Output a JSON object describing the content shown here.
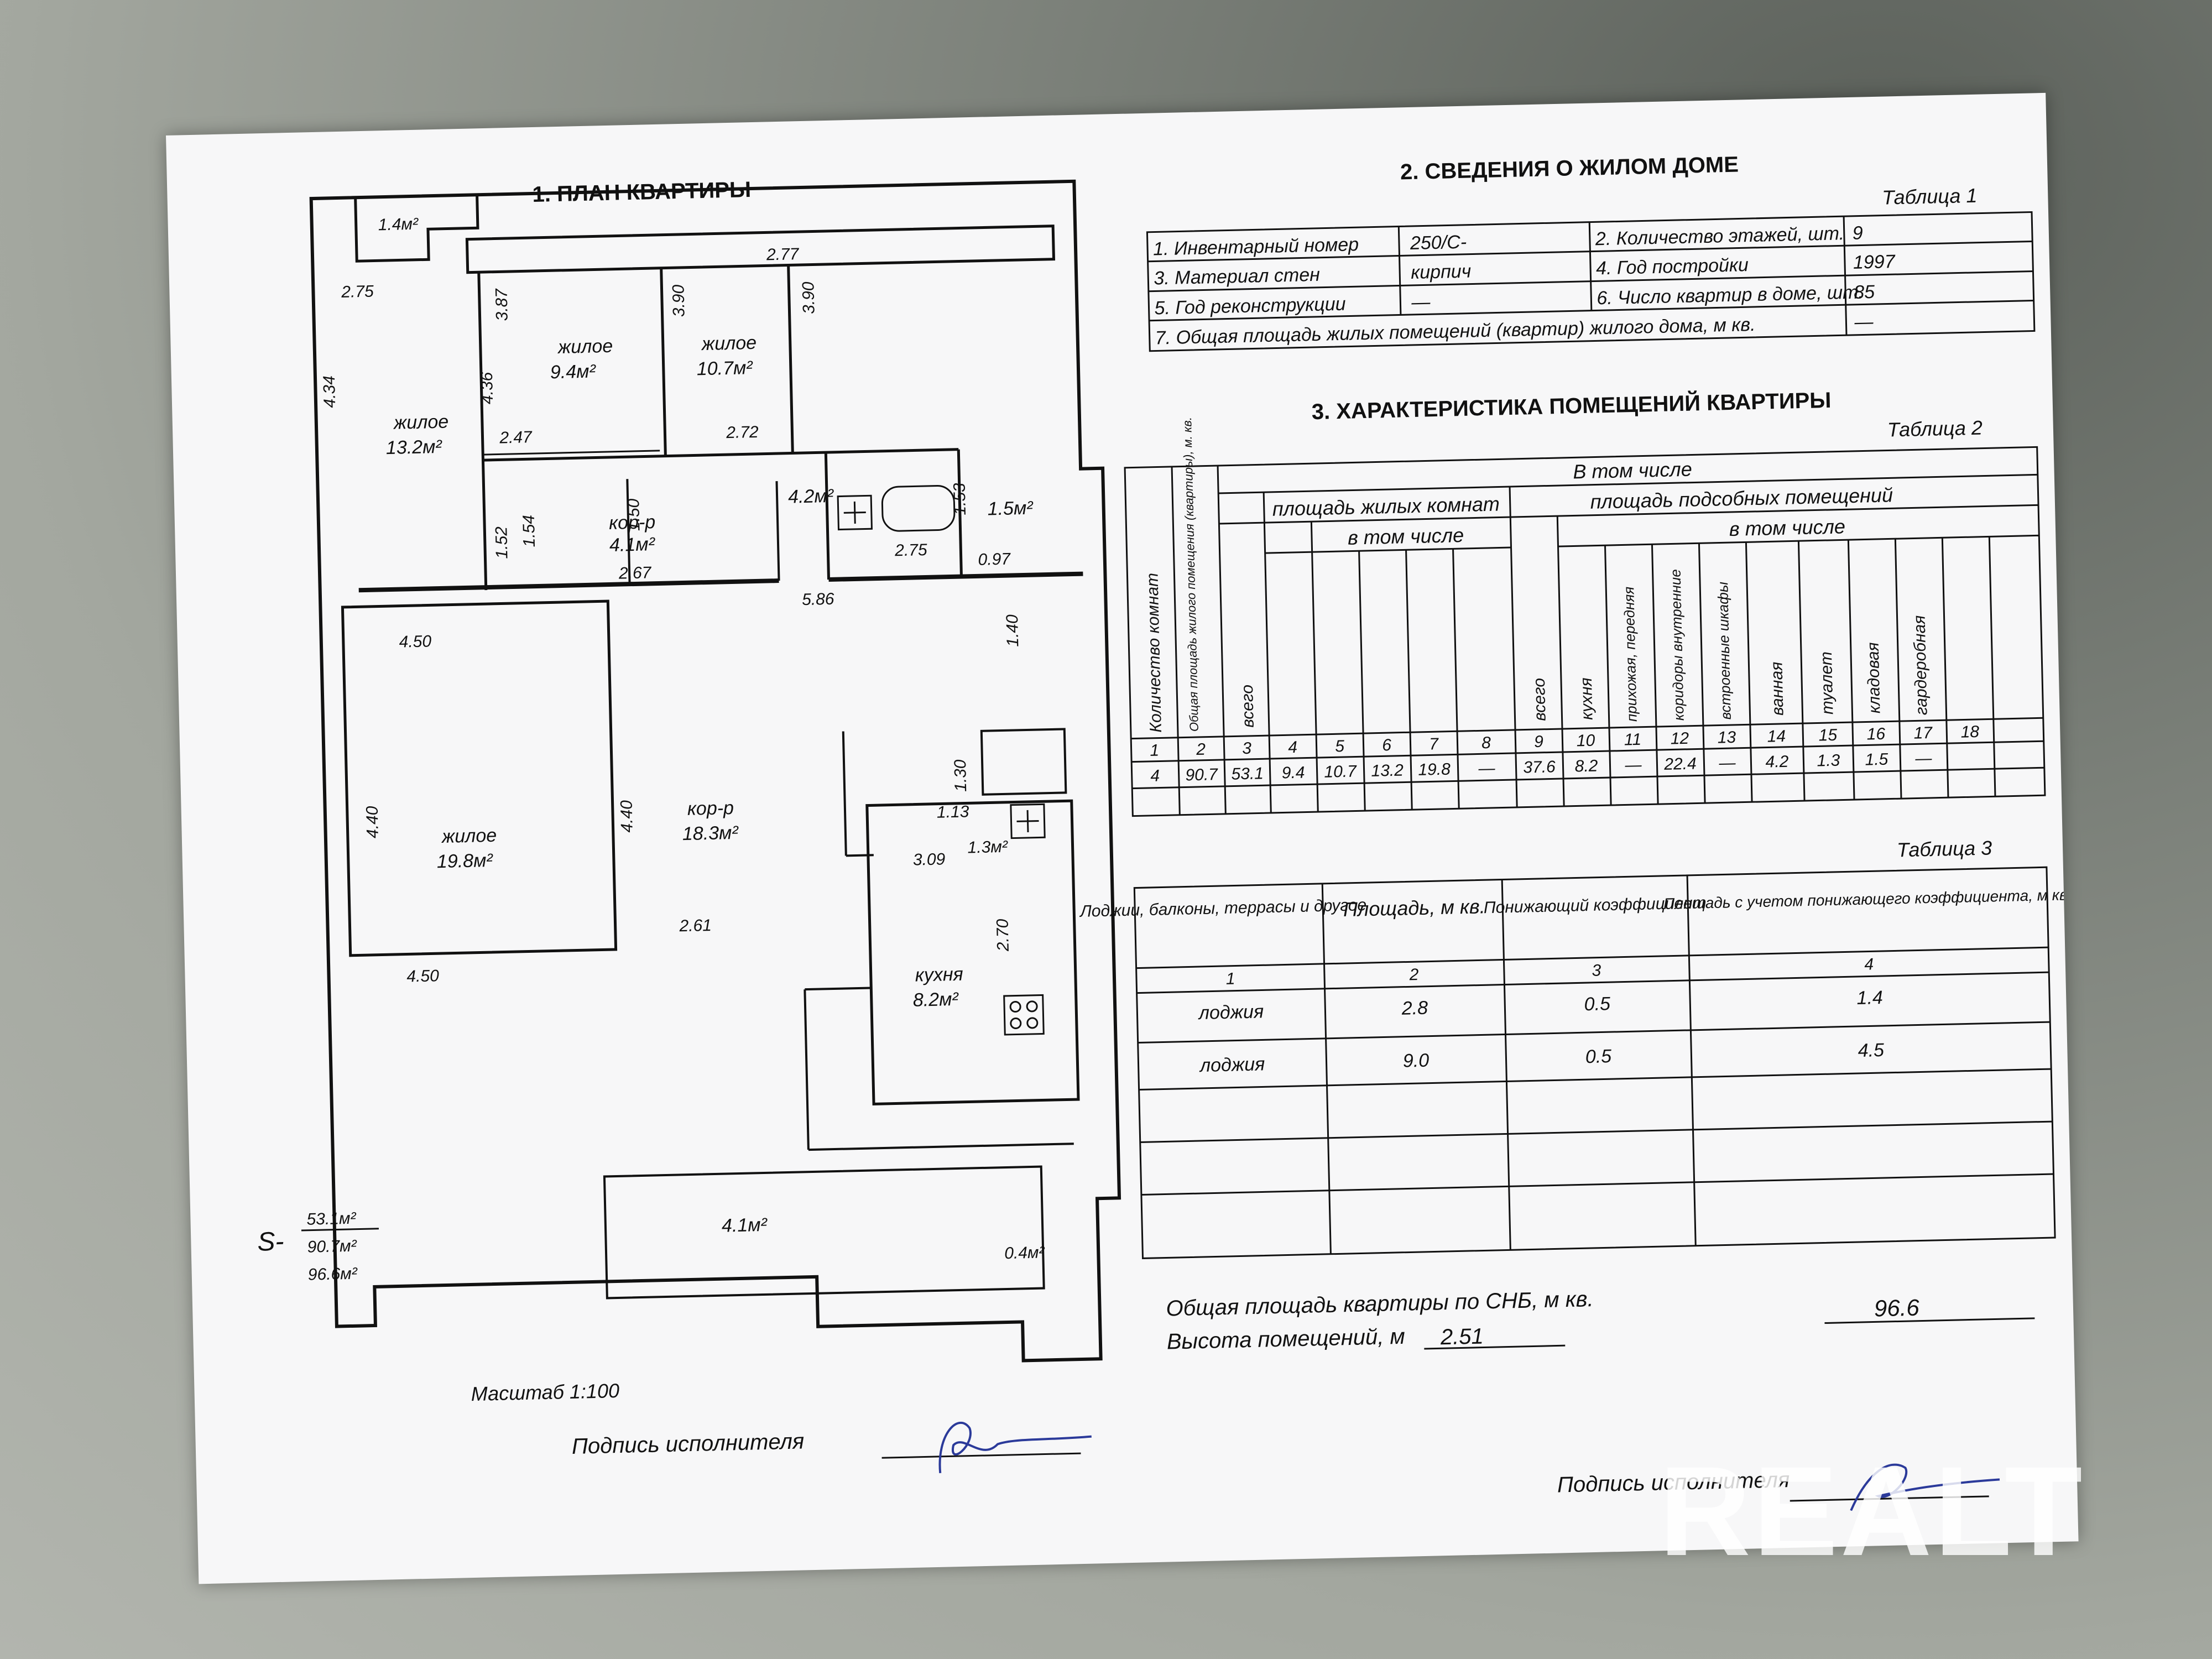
{
  "titles": {
    "plan": "1. ПЛАН КВАРТИРЫ",
    "house": "2. СВЕДЕНИЯ О ЖИЛОМ ДОМЕ",
    "rooms": "3. ХАРАКТЕРИСТИКА ПОМЕЩЕНИЙ КВАРТИРЫ",
    "t1": "Таблица 1",
    "t2": "Таблица 2",
    "t3": "Таблица 3"
  },
  "table1": {
    "r1": {
      "l1": "1. Инвентарный номер",
      "v1": "250/С-",
      "l2": "2. Количество этажей, шт.",
      "v2": "9"
    },
    "r2": {
      "l1": "3. Материал стен",
      "v1": "кирпич",
      "l2": "4. Год постройки",
      "v2": "1997"
    },
    "r3": {
      "l1": "5. Год реконструкции",
      "v1": "—",
      "l2": "6. Число квартир в доме, шт.",
      "v2": "85"
    },
    "r4": {
      "l1": "7. Общая площадь жилых помещений (квартир) жилого дома, м кв.",
      "v1": "—"
    }
  },
  "table2": {
    "h_count": "Количество комнат",
    "h_total": "Общая площадь жилого помещения (квартиры), м. кв.",
    "h_incl": "В том числе",
    "h_living": "площадь жилых комнат",
    "h_aux": "площадь подсобных помещений",
    "h_incl2": "в том числе",
    "h_all": "всего",
    "h_all2": "всего",
    "h_kitchen": "кухня",
    "h_hall": "прихожая, передняя",
    "h_corr": "коридоры внутренние",
    "h_built": "встроенные шкафы",
    "h_bath": "ванная",
    "h_wc": "туалет",
    "h_store": "кладовая",
    "h_ward": "гардеробная",
    "nums": [
      "1",
      "2",
      "3",
      "4",
      "5",
      "6",
      "7",
      "8",
      "9",
      "10",
      "11",
      "12",
      "13",
      "14",
      "15",
      "16",
      "17",
      "18"
    ],
    "row": [
      "4",
      "90.7",
      "53.1",
      "9.4",
      "10.7",
      "13.2",
      "19.8",
      "—",
      "37.6",
      "8.2",
      "—",
      "22.4",
      "—",
      "4.2",
      "1.3",
      "1.5",
      "—",
      ""
    ]
  },
  "table3": {
    "h1": "Лоджии, балконы, террасы и другое",
    "h2": "Площадь, м кв.",
    "h3": "Понижающий коэффициент",
    "h4": "Площадь с учетом понижающего коэффициента, м кв.",
    "nums": [
      "1",
      "2",
      "3",
      "4"
    ],
    "rows": [
      [
        "лоджия",
        "2.8",
        "0.5",
        "1.4"
      ],
      [
        "лоджия",
        "9.0",
        "0.5",
        "4.5"
      ]
    ]
  },
  "footer": {
    "total_label": "Общая площадь квартиры по СНБ, м кв.",
    "total_value": "96.6",
    "height_label": "Высота помещений, м",
    "height_value": "2.51",
    "scale": "Масштаб 1:100",
    "sign1": "Подпись исполнителя",
    "sign2": "Подпись исполнителя"
  },
  "plan": {
    "s_prefix": "S-",
    "s_values": [
      "53.1м²",
      "90.7м²",
      "96.6м²"
    ],
    "rooms": [
      {
        "name": "жилое",
        "area": "9.4м²"
      },
      {
        "name": "жилое",
        "area": "10.7м²"
      },
      {
        "name": "жилое",
        "area": "13.2м²"
      },
      {
        "name": "кор-р",
        "area": "4.1м²"
      },
      {
        "name": "жилое",
        "area": "19.8м²"
      },
      {
        "name": "кор-р",
        "area": "18.3м²"
      },
      {
        "name": "кухня",
        "area": "8.2м²"
      }
    ],
    "areas": [
      "1.4м²",
      "4.2м²",
      "1.5м²",
      "1.3м²",
      "4.1м²",
      "0.4м²"
    ],
    "dims": [
      "2.77",
      "2.75",
      "3.87",
      "3.90",
      "3.90",
      "4.34",
      "4.36",
      "2.47",
      "2.72",
      "1.52",
      "1.54",
      "1.50",
      "2.67",
      "2.75",
      "1.53",
      "0.97",
      "5.86",
      "1.40",
      "4.50",
      "4.40",
      "4.40",
      "1.30",
      "1.13",
      "3.09",
      "2.70",
      "2.61",
      "4.50"
    ]
  },
  "watermark": "REALT"
}
